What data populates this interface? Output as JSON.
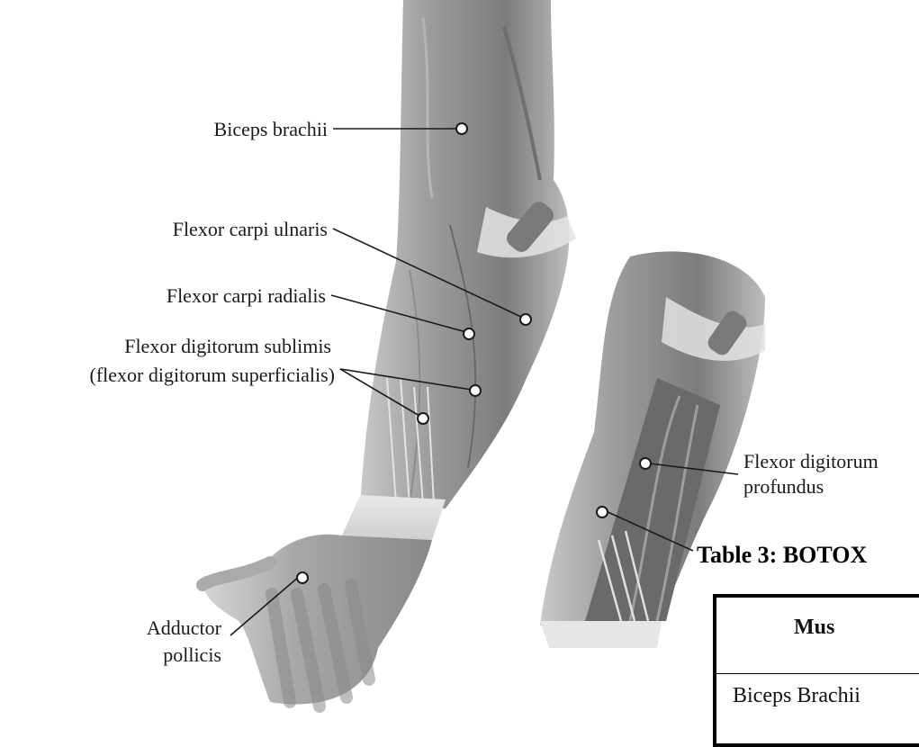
{
  "figure": {
    "labels": {
      "biceps": "Biceps brachii",
      "fcu": "Flexor carpi ulnaris",
      "fcr": "Flexor carpi radialis",
      "fds1": "Flexor digitorum sublimis",
      "fds2": "(flexor digitorum superficialis)",
      "fdp1": "Flexor digitorum",
      "fdp2": "profundus",
      "add1": "Adductor",
      "add2": "pollicis"
    }
  },
  "table_heading": "Table 3: BOTOX",
  "table": {
    "header_fragment": "Mus",
    "rows": [
      "Biceps Brachii"
    ]
  }
}
